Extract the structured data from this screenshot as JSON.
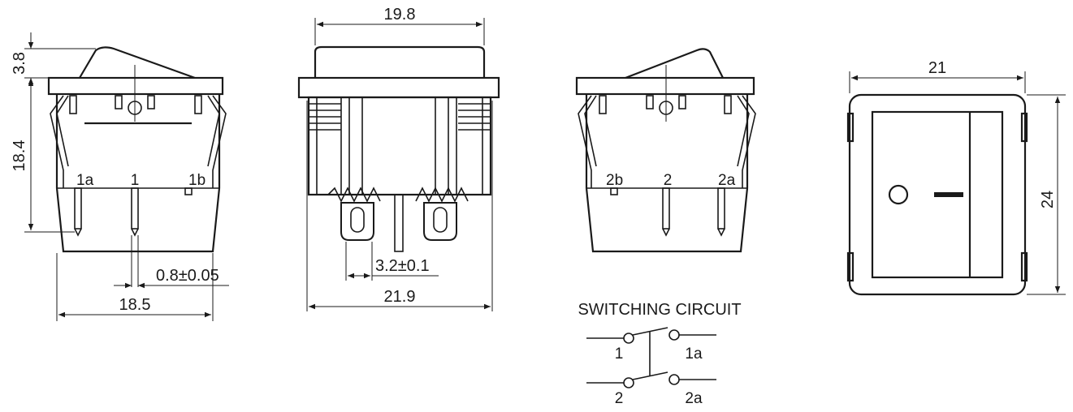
{
  "dimensions": {
    "height_cap": "3.8",
    "height_body": "18.4",
    "width_bottom": "18.5",
    "pin_width": "0.8±0.05",
    "width_top": "19.8",
    "pin_pitch": "3.2±0.1",
    "width_flange": "21.9",
    "face_width": "21",
    "face_height": "24"
  },
  "pins_left": [
    "1a",
    "1",
    "1b"
  ],
  "pins_right": [
    "2b",
    "2",
    "2a"
  ],
  "face_symbols": {
    "off": "O",
    "on": "I"
  },
  "circuit": {
    "title": "SWITCHING CIRCUIT",
    "labels": [
      "1",
      "1a",
      "2",
      "2a"
    ]
  }
}
